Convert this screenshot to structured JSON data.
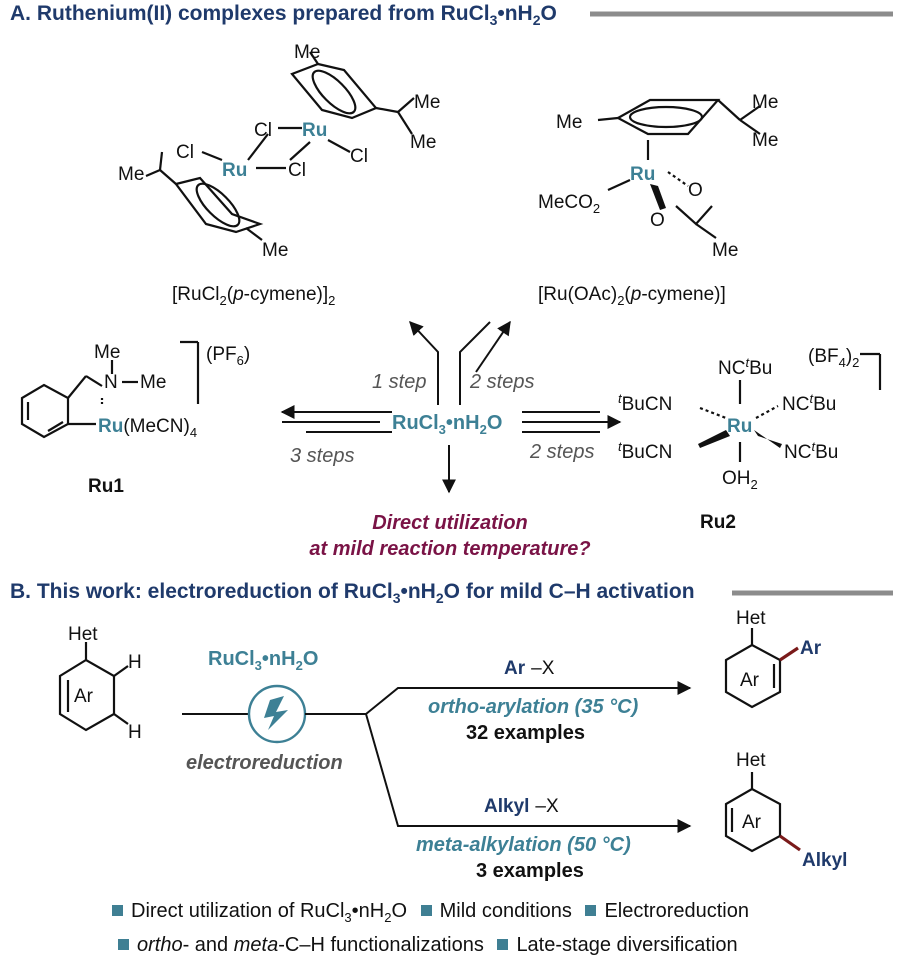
{
  "colors": {
    "heading": "#1f3a6b",
    "ruthenium": "#3d8095",
    "question": "#7a1346",
    "bond": "#7a1a1a",
    "rule": "#8c8c8c"
  },
  "sectionA": {
    "title_prefix": "A. Ruthenium(II) complexes prepared from RuCl",
    "title_sub1": "3",
    "title_mid": "•nH",
    "title_sub2": "2",
    "title_end": "O"
  },
  "complexes": {
    "dimer": {
      "name_a": "[RuCl",
      "name_sub1": "2",
      "name_b": "(",
      "name_it": "p",
      "name_c": "-cymene)]",
      "name_sub2": "2",
      "atoms": {
        "ru": "Ru",
        "cl": "Cl",
        "me": "Me"
      }
    },
    "acetate": {
      "name_a": "[Ru(OAc)",
      "name_sub1": "2",
      "name_b": "(",
      "name_it": "p",
      "name_c": "-cymene)]",
      "atoms": {
        "ru": "Ru",
        "me": "Me",
        "o": "O",
        "meco": "MeCO",
        "sub2": "2"
      }
    },
    "ru1": {
      "label": "Ru1",
      "counterion": "(PF",
      "counterion_sub": "6",
      "counterion_end": ")",
      "atoms": {
        "ru": "Ru",
        "mecn": "(MeCN)",
        "sub4": "4",
        "n": "N",
        "me": "Me"
      }
    },
    "ru2": {
      "label": "Ru2",
      "counterion": "(BF",
      "counterion_sub": "4",
      "counterion_end": ")",
      "counterion_sub2": "2",
      "atoms": {
        "ru": "Ru",
        "t": "t",
        "bucn": "BuCN",
        "nc": "NC",
        "bu": "Bu",
        "oh": "OH",
        "sub2": "2"
      }
    }
  },
  "center": {
    "reagent_a": "RuCl",
    "reagent_sub1": "3",
    "reagent_b": "•nH",
    "reagent_sub2": "2",
    "reagent_c": "O",
    "steps": {
      "one": "1 step",
      "two_top": "2 steps",
      "three": "3 steps",
      "two_right": "2 steps"
    },
    "question_line1": "Direct utilization",
    "question_line2": "at mild reaction temperature?"
  },
  "sectionB": {
    "title_a": "B. This work: electroreduction of RuCl",
    "title_sub1": "3",
    "title_b": "•nH",
    "title_sub2": "2",
    "title_c": "O for mild C–H activation"
  },
  "scheme": {
    "sm": {
      "het": "Het",
      "ar": "Ar",
      "h": "H"
    },
    "catalyst_a": "RuCl",
    "catalyst_sub1": "3",
    "catalyst_b": "•nH",
    "catalyst_sub2": "2",
    "catalyst_c": "O",
    "method": "electroreduction",
    "top": {
      "reagent_a": "Ar",
      "reagent_b": "X",
      "reaction": "ortho-arylation (35 °C)",
      "examples": "32 examples",
      "product": {
        "het": "Het",
        "ar": "Ar",
        "sub": "Ar"
      }
    },
    "bottom": {
      "reagent_a": "Alkyl",
      "reagent_b": "X",
      "reaction": "meta-alkylation (50 °C)",
      "examples": "3 examples",
      "product": {
        "het": "Het",
        "ar": "Ar",
        "sub": "Alkyl"
      }
    }
  },
  "highlights": {
    "line1": [
      {
        "a": "Direct utilization of RuCl",
        "s1": "3",
        "b": "•nH",
        "s2": "2",
        "c": "O"
      },
      {
        "a": "Mild conditions"
      },
      {
        "a": "Electroreduction"
      }
    ],
    "line2": [
      {
        "it1": "ortho",
        "m": "- and ",
        "it2": "meta",
        "e": "-C–H functionalizations"
      },
      {
        "a": "Late-stage diversification"
      }
    ]
  }
}
